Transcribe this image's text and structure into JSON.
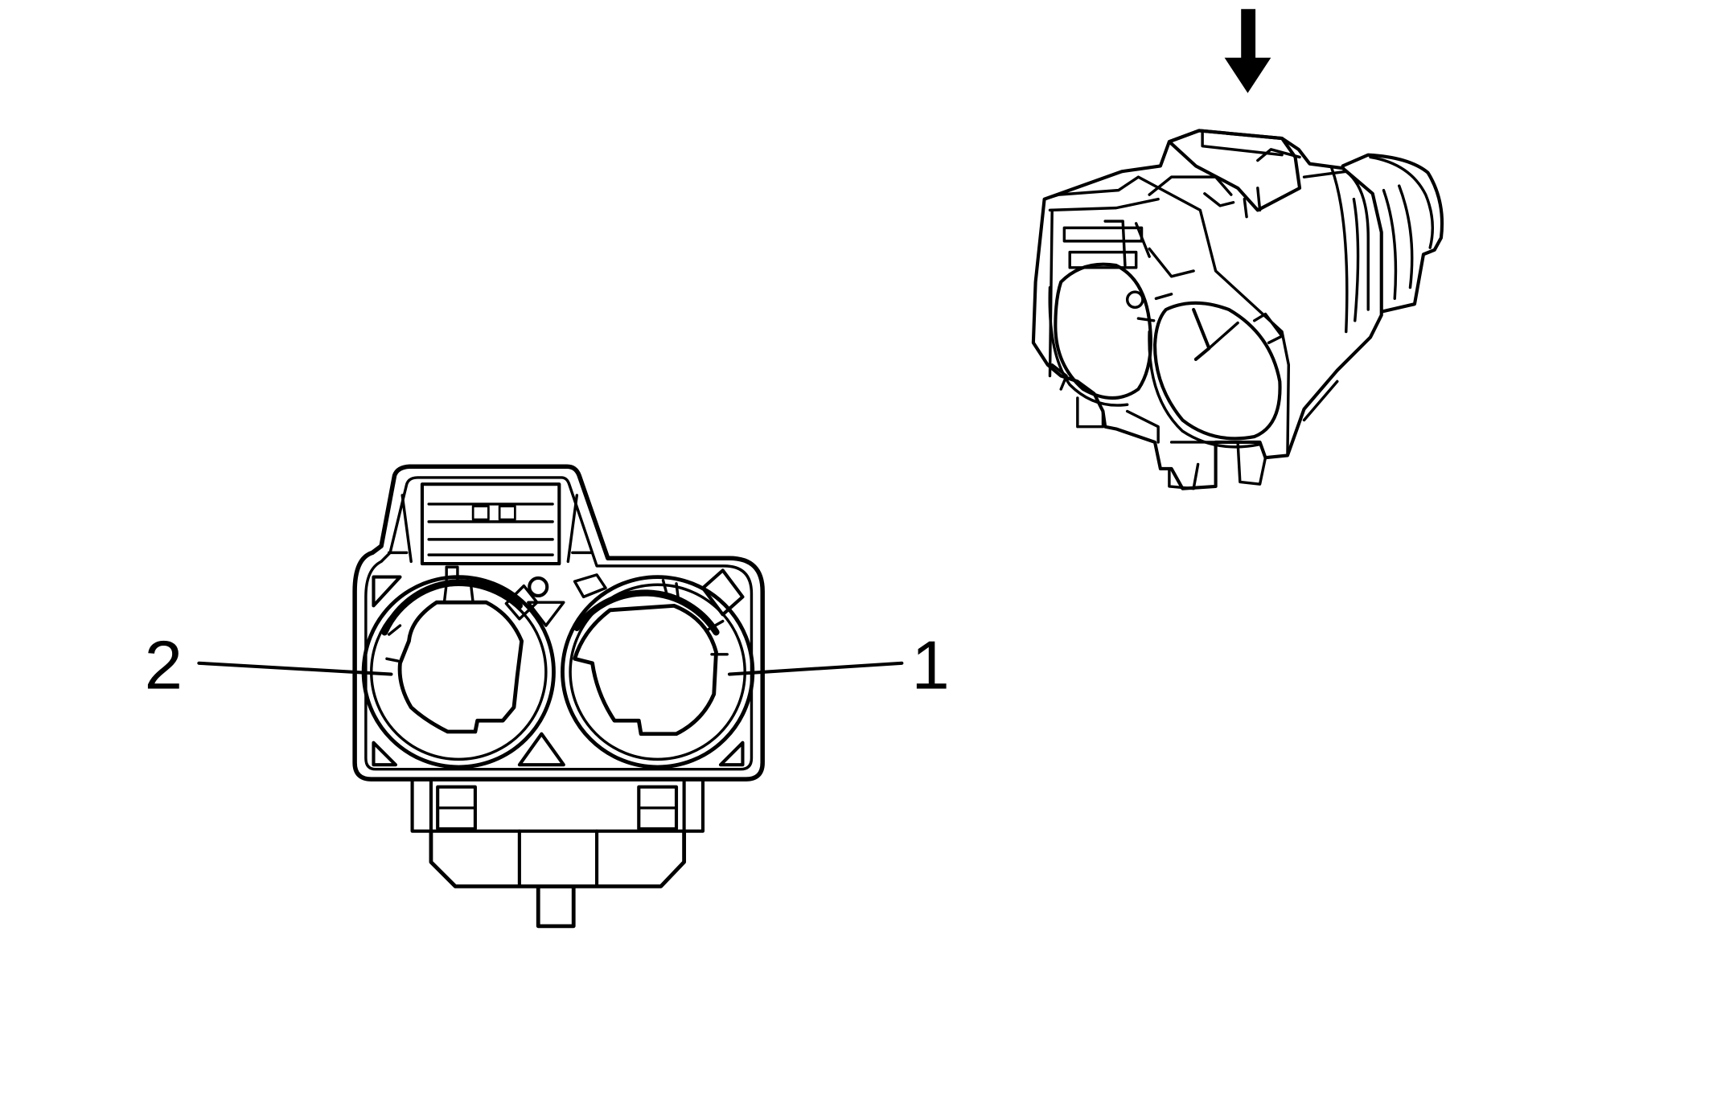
{
  "diagram": {
    "colors": {
      "line": "#000000",
      "background": "#ffffff"
    },
    "front_view": {
      "callouts": [
        {
          "id": "pin-1",
          "label": "1"
        },
        {
          "id": "pin-2",
          "label": "2"
        }
      ]
    },
    "isometric_view": {
      "icons": [
        "down-arrow-icon"
      ]
    }
  }
}
